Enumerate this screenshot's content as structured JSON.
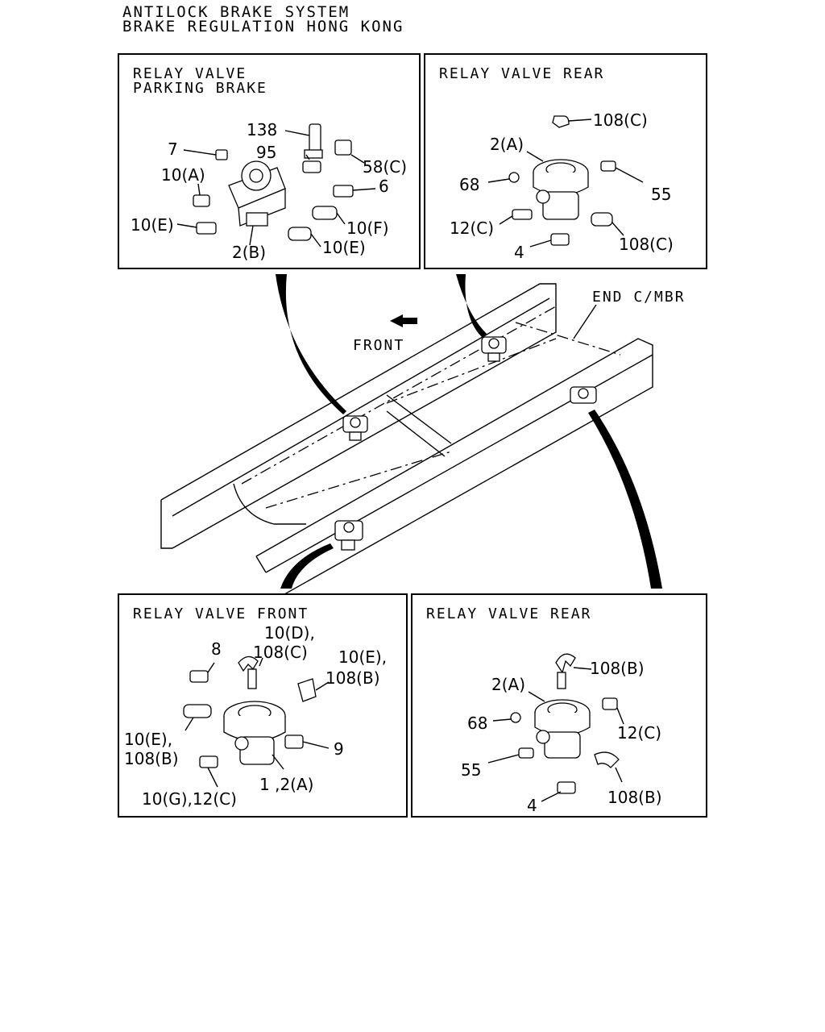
{
  "header": {
    "line1": "ANTILOCK BRAKE SYSTEM",
    "line2": "BRAKE REGULATION HONG KONG"
  },
  "frame": {
    "front_label": "FRONT",
    "end_member_label": "END C/MBR"
  },
  "panels": {
    "parking": {
      "title1": "RELAY VALVE",
      "title2": "PARKING BRAKE",
      "callouts": [
        "138",
        "7",
        "95",
        "58(C)",
        "10(A)",
        "6",
        "10(E)",
        "10(F)",
        "10(E)",
        "2(B)"
      ]
    },
    "rear_top": {
      "title": "RELAY VALVE REAR",
      "callouts": [
        "108(C)",
        "2(A)",
        "68",
        "55",
        "12(C)",
        "108(C)",
        "4"
      ]
    },
    "front": {
      "title": "RELAY VALVE FRONT",
      "callouts": [
        "10(D),",
        "108(C)",
        "8",
        "10(E),",
        "108(B)",
        "10(E),",
        "108(B)",
        "9",
        "1 ,2(A)",
        "10(G),12(C)"
      ]
    },
    "rear_bottom": {
      "title": "RELAY VALVE REAR",
      "callouts": [
        "108(B)",
        "2(A)",
        "68",
        "12(C)",
        "55",
        "108(B)",
        "4"
      ]
    }
  }
}
